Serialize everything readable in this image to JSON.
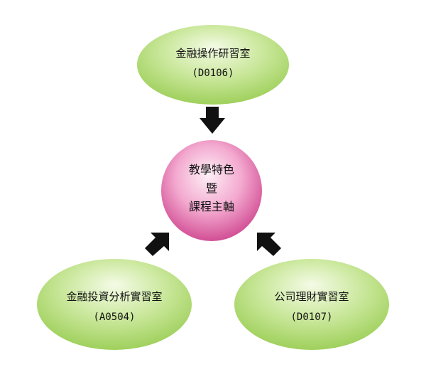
{
  "center": {
    "line1": "教學特色",
    "line2": "暨",
    "line3": "課程主軸"
  },
  "nodes": {
    "top": {
      "name": "金融操作研習室",
      "code": "(D0106)"
    },
    "left": {
      "name": "金融投資分析實習室",
      "code": "(A0504)"
    },
    "right": {
      "name": "公司理財實習室",
      "code": "(D0107)"
    }
  },
  "colors": {
    "ellipse_light": "#f4fbe6",
    "ellipse_mid": "#c9e79a",
    "ellipse_dark": "#9fd05c",
    "sphere_light": "#fdf0f6",
    "sphere_mid": "#f3a9cf",
    "sphere_dark": "#d24f95",
    "arrow": "#111111"
  }
}
